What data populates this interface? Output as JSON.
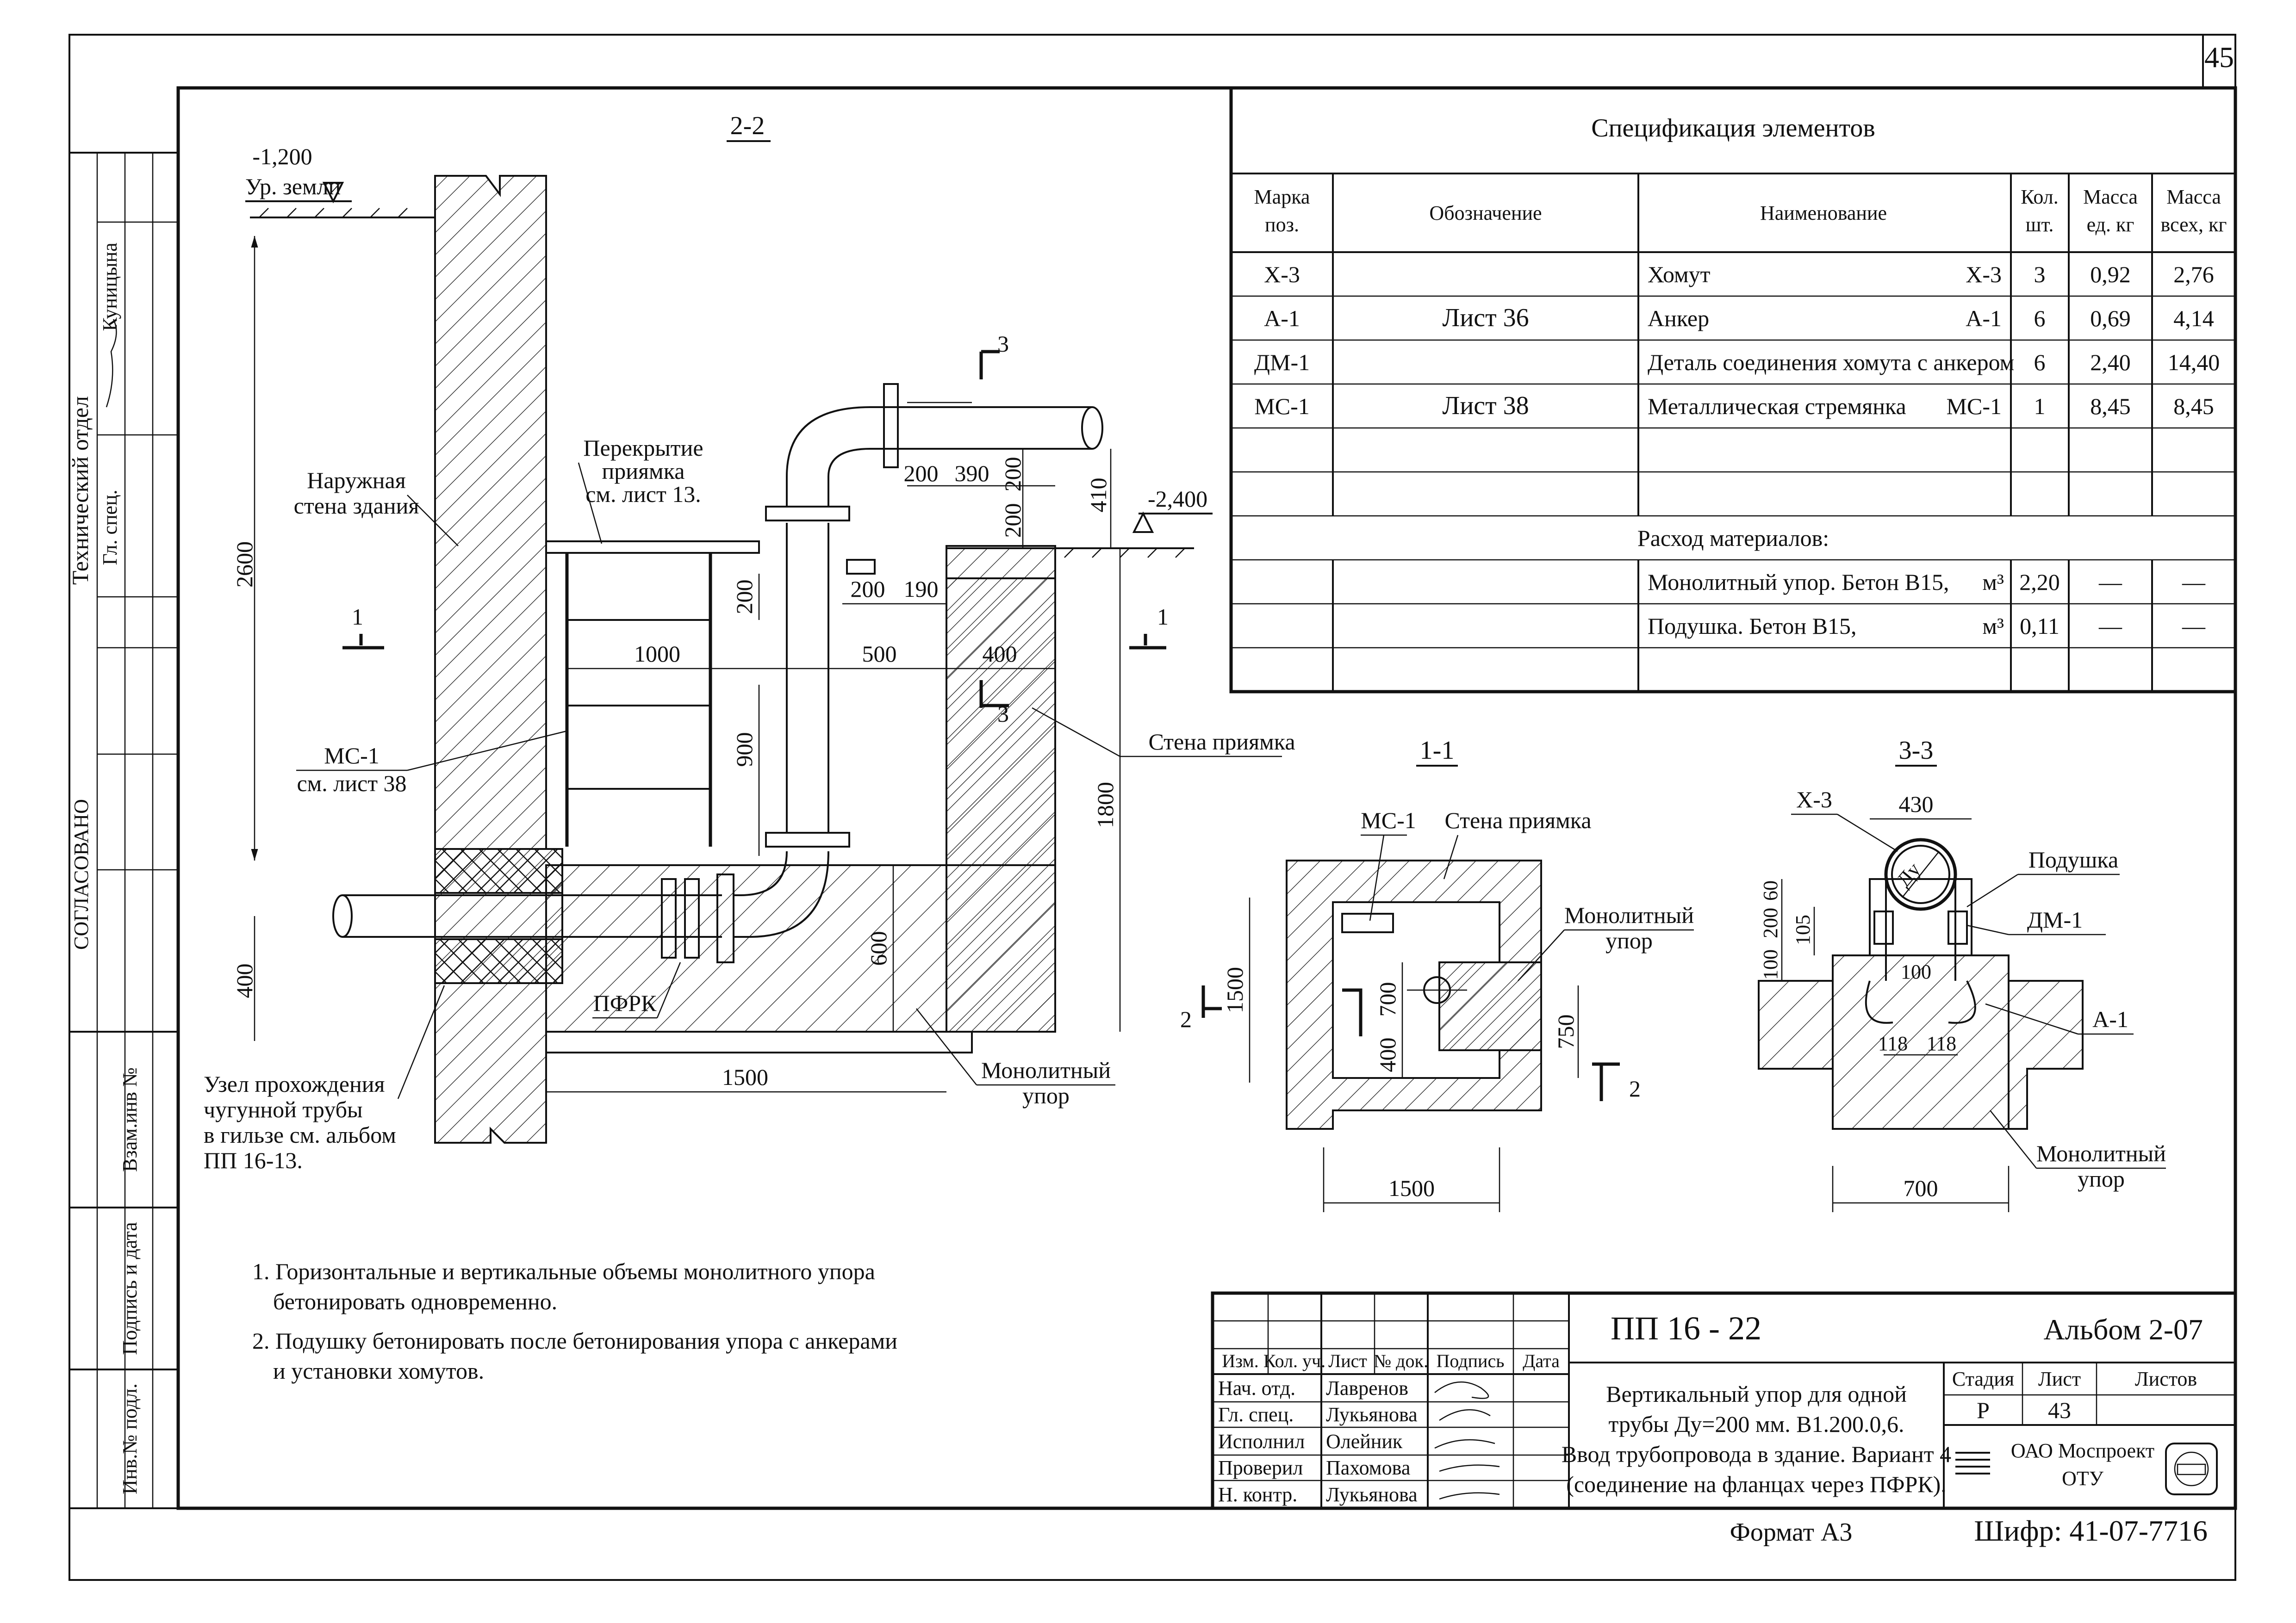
{
  "sheet_number": "45",
  "section_2_2": {
    "title": "2-2",
    "ground_level_value": "-1,200",
    "ground_level_label": "Ур. земли",
    "level_right": "-2,400",
    "labels": {
      "outer_wall": [
        "Наружная",
        "стена здания"
      ],
      "pit_cover": [
        "Перекрытие",
        "приямка",
        "см. лист 13."
      ],
      "ladder": [
        "МС-1",
        "см. лист 38"
      ],
      "pfrk": "ПФРК",
      "pit_wall": "Стена приямка",
      "monolith": [
        "Монолитный",
        "упор"
      ],
      "sleeve_node": [
        "Узел прохождения",
        "чугунной трубы",
        "в гильзе см. альбом",
        "ПП 16-13."
      ]
    },
    "dims": {
      "h2600": "2600",
      "h400": "400",
      "h1800": "1800",
      "h600": "600",
      "h900": "900",
      "h200a": "200",
      "w1000": "1000",
      "w500": "500",
      "w400": "400",
      "w1500": "1500",
      "w200a": "200",
      "w190": "190",
      "w200b": "200",
      "w390": "390",
      "h200b": "200",
      "h200c": "200",
      "h410": "410"
    },
    "cut_marks": {
      "c1": "1",
      "c3": "3"
    }
  },
  "section_1_1": {
    "title": "1-1",
    "labels": {
      "ladder": "МС-1",
      "pit_wall": "Стена приямка",
      "monolith": [
        "Монолитный",
        "упор"
      ]
    },
    "dims": {
      "h1500": "1500",
      "h700": "700",
      "h400": "400",
      "h750": "750",
      "w1500": "1500"
    },
    "cut_mark": "2"
  },
  "section_3_3": {
    "title": "3-3",
    "labels": {
      "clamp": "Х-3",
      "cushion": "Подушка",
      "detail": "ДМ-1",
      "anchor": "А-1",
      "monolith": [
        "Монолитный",
        "упор"
      ],
      "pipe": "Ду"
    },
    "dims": {
      "w430": "430",
      "v100": "100",
      "v200": "200",
      "v60": "60",
      "v105": "105",
      "c100": "100",
      "a118": "118",
      "b118": "118",
      "w700": "700"
    }
  },
  "spec": {
    "title": "Спецификация элементов",
    "headers": [
      "Марка поз.",
      "Обозначение",
      "Наименование",
      "Кол. шт.",
      "Масса ед. кг",
      "Масса всех, кг"
    ],
    "rows": [
      {
        "mark": "Х-3",
        "name": "Хомут",
        "code": "Х-3",
        "qty": "3",
        "unit": "0,92",
        "total": "2,76"
      },
      {
        "mark": "А-1",
        "name": "Анкер",
        "code": "А-1",
        "qty": "6",
        "unit": "0,69",
        "total": "4,14"
      },
      {
        "mark": "ДМ-1",
        "name": "Деталь соединения хомута с анкером",
        "code": "",
        "qty": "6",
        "unit": "2,40",
        "total": "14,40"
      },
      {
        "mark": "МС-1",
        "name": "Металлическая стремянка",
        "code": "МС-1",
        "qty": "1",
        "unit": "8,45",
        "total": "8,45"
      }
    ],
    "designations": [
      "Лист 36",
      "Лист 38"
    ],
    "materials_title": "Расход материалов:",
    "materials": [
      {
        "name": "Монолитный упор. Бетон В15,",
        "unit": "м³",
        "qty": "2,20",
        "a": "—",
        "b": "—"
      },
      {
        "name": "Подушка. Бетон В15,",
        "unit": "м³",
        "qty": "0,11",
        "a": "—",
        "b": "—"
      }
    ]
  },
  "notes": [
    "1. Горизонтальные и вертикальные объемы монолитного упора",
    "бетонировать одновременно.",
    "2. Подушку бетонировать после бетонирования упора с анкерами",
    "и установки хомутов."
  ],
  "side_stamp": {
    "dept": "Технический отдел",
    "name1": "Куницына",
    "role": "Гл. спец.",
    "agreed": "СОГЛАСОВАНО",
    "inv1": "Взам.инв №",
    "sign_date": "Подпись и дата",
    "inv2": "Инв.№ подл."
  },
  "title_block": {
    "code": "ПП   16 - 22",
    "album": "Альбом 2-07",
    "col_headers": [
      "Изм.",
      "Кол. уч.",
      "Лист",
      "№ док.",
      "Подпись",
      "Дата"
    ],
    "people": [
      {
        "role": "Нач. отд.",
        "name": "Лавренов"
      },
      {
        "role": "Гл. спец.",
        "name": "Лукьянова"
      },
      {
        "role": "Исполнил",
        "name": "Олейник"
      },
      {
        "role": "Проверил",
        "name": "Пахомова"
      },
      {
        "role": "Н. контр.",
        "name": "Лукьянова"
      }
    ],
    "description": [
      "Вертикальный упор для одной",
      "трубы Ду=200 мм. В1.200.0,6.",
      "Ввод трубопровода в здание. Вариант 4",
      "(соединение на фланцах через ПФРК)."
    ],
    "stage_label": "Стадия",
    "sheet_label": "Лист",
    "sheets_label": "Листов",
    "stage": "Р",
    "sheet": "43",
    "org": [
      "ОАО Моспроект",
      "ОТУ"
    ],
    "format": "Формат А3",
    "cipher": "Шифр: 41-07-7716"
  }
}
